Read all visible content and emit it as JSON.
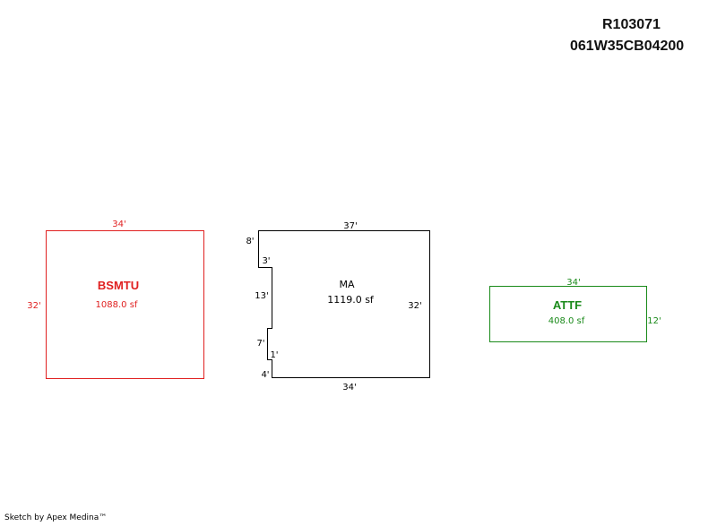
{
  "header": {
    "account_id": "R103071",
    "map_taxlot": "061W35CB04200"
  },
  "footer": {
    "credit": "Sketch by Apex Medina™"
  },
  "colors": {
    "bsmtu": "#e02020",
    "ma": "#000000",
    "attf": "#1a8a1a"
  },
  "areas": {
    "bsmtu": {
      "name": "BSMTU",
      "sf": "1088.0 sf",
      "dims": {
        "top": "34'",
        "left": "32'"
      }
    },
    "ma": {
      "name": "MA",
      "sf": "1119.0 sf",
      "dims": {
        "top": "37'",
        "left_top": "8'",
        "step_top": "3'",
        "left_mid": "13'",
        "left_low": "7'",
        "step_low": "1'",
        "left_bottom": "4'",
        "bottom": "34'",
        "right": "32'"
      }
    },
    "attf": {
      "name": "ATTF",
      "sf": "408.0 sf",
      "dims": {
        "top": "34'",
        "right": "12'"
      }
    }
  }
}
